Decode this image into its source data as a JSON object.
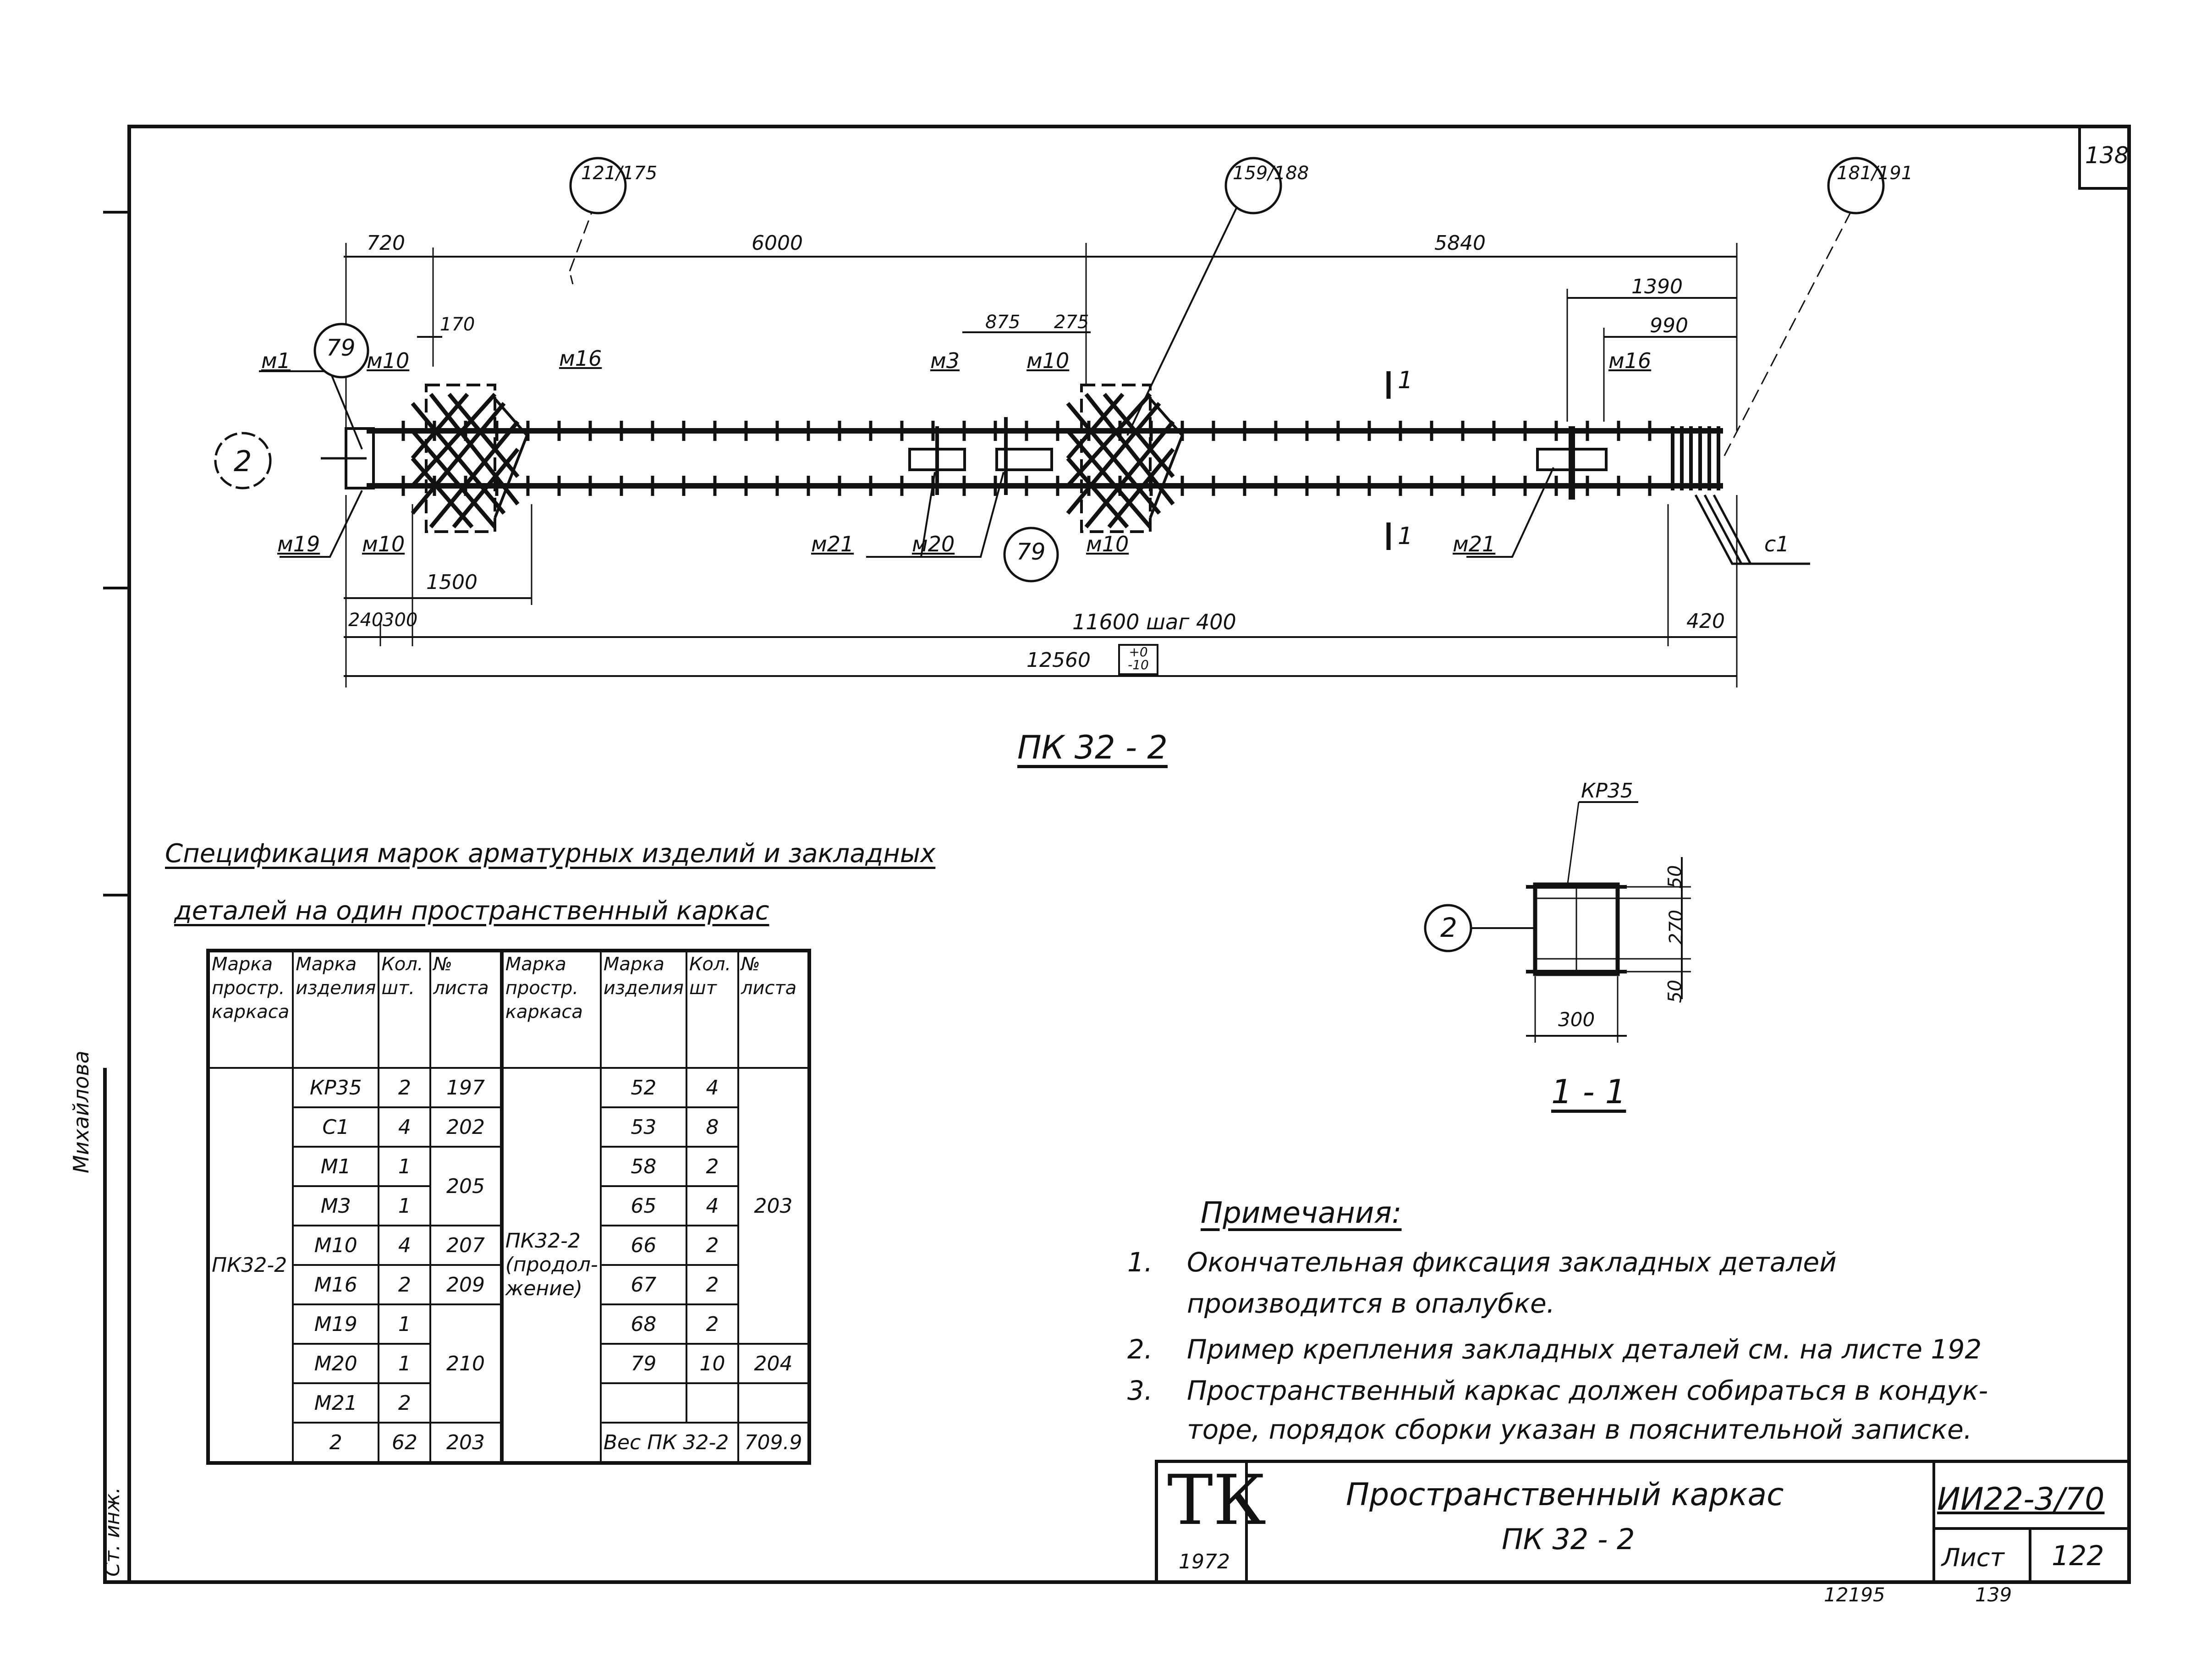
{
  "sheet_number_top": "138",
  "drawing": {
    "title": "ПК 32 - 2",
    "circled_refs": [
      "121/175",
      "159/188",
      "181/191"
    ],
    "dims_top": [
      "720",
      "6000",
      "5840"
    ],
    "dims_right": [
      "1390",
      "990"
    ],
    "dims_small": [
      "170",
      "875",
      "275"
    ],
    "marks_top": [
      "м1",
      "м10",
      "м16",
      "м3",
      "м10",
      "м16"
    ],
    "marks_bottom": [
      "м19",
      "м10",
      "м21",
      "м20",
      "м10",
      "м21",
      "с1"
    ],
    "circle_79": "79",
    "circle_2": "2",
    "section_mark": "1",
    "dims_bottom": [
      "1500",
      "240",
      "300",
      "11600 шаг 400",
      "420",
      "12560"
    ],
    "tolerance": [
      "+0",
      "-10"
    ]
  },
  "section": {
    "title": "1 - 1",
    "mark": "КР35",
    "circle": "2",
    "dims_vert": [
      "50",
      "270",
      "50"
    ],
    "dim_horiz": "300"
  },
  "spec": {
    "title_line1": "Спецификация марок арматурных изделий и закладных",
    "title_line2": "деталей на один пространственный каркас",
    "headers": [
      "Марка простр. каркаса",
      "Марка изделия",
      "Кол. шт.",
      "№ листа",
      "Марка простр. каркаса",
      "Марка изделия",
      "Кол. шт",
      "№ листа"
    ],
    "left_frame": "ПК32-2",
    "right_frame": "ПК32-2 (продол-жение)",
    "left_rows": [
      [
        "КР35",
        "2",
        "197"
      ],
      [
        "С1",
        "4",
        "202"
      ],
      [
        "М1",
        "1",
        ""
      ],
      [
        "М3",
        "1",
        ""
      ],
      [
        "М10",
        "4",
        "207"
      ],
      [
        "М16",
        "2",
        "209"
      ],
      [
        "М19",
        "1",
        ""
      ],
      [
        "М20",
        "1",
        ""
      ],
      [
        "М21",
        "2",
        ""
      ],
      [
        "2",
        "62",
        "203"
      ]
    ],
    "left_merged": {
      "sheet_205": "205",
      "sheet_210": "210"
    },
    "right_rows": [
      [
        "52",
        "4"
      ],
      [
        "53",
        "8"
      ],
      [
        "58",
        "2"
      ],
      [
        "65",
        "4"
      ],
      [
        "66",
        "2"
      ],
      [
        "67",
        "2"
      ],
      [
        "68",
        "2"
      ],
      [
        "79",
        "10"
      ]
    ],
    "right_merged_sheet": "203",
    "right_79_sheet": "204",
    "weight_label": "Вес ПК 32-2",
    "weight_value": "709.9"
  },
  "notes": {
    "title": "Примечания:",
    "items": [
      {
        "n": "1.",
        "l1": "Окончательная фиксация закладных деталей",
        "l2": "производится в опалубке."
      },
      {
        "n": "2.",
        "l1": "Пример крепления закладных деталей см. на листе 192",
        "l2": ""
      },
      {
        "n": "3.",
        "l1": "Пространственный каркас должен собираться в кондук-",
        "l2": "торе, порядок сборки указан в пояснительной записке."
      }
    ]
  },
  "stamp": {
    "logo": "ТК",
    "year": "1972",
    "title1": "Пространственный каркас",
    "title2": "ПК 32 - 2",
    "code": "ИИ22-3/70",
    "sheet_label": "Лист",
    "sheet_no": "122"
  },
  "side_stamp": [
    "Михайлова",
    "Ст. инж."
  ],
  "bottom": {
    "left": "12195",
    "right": "139"
  }
}
